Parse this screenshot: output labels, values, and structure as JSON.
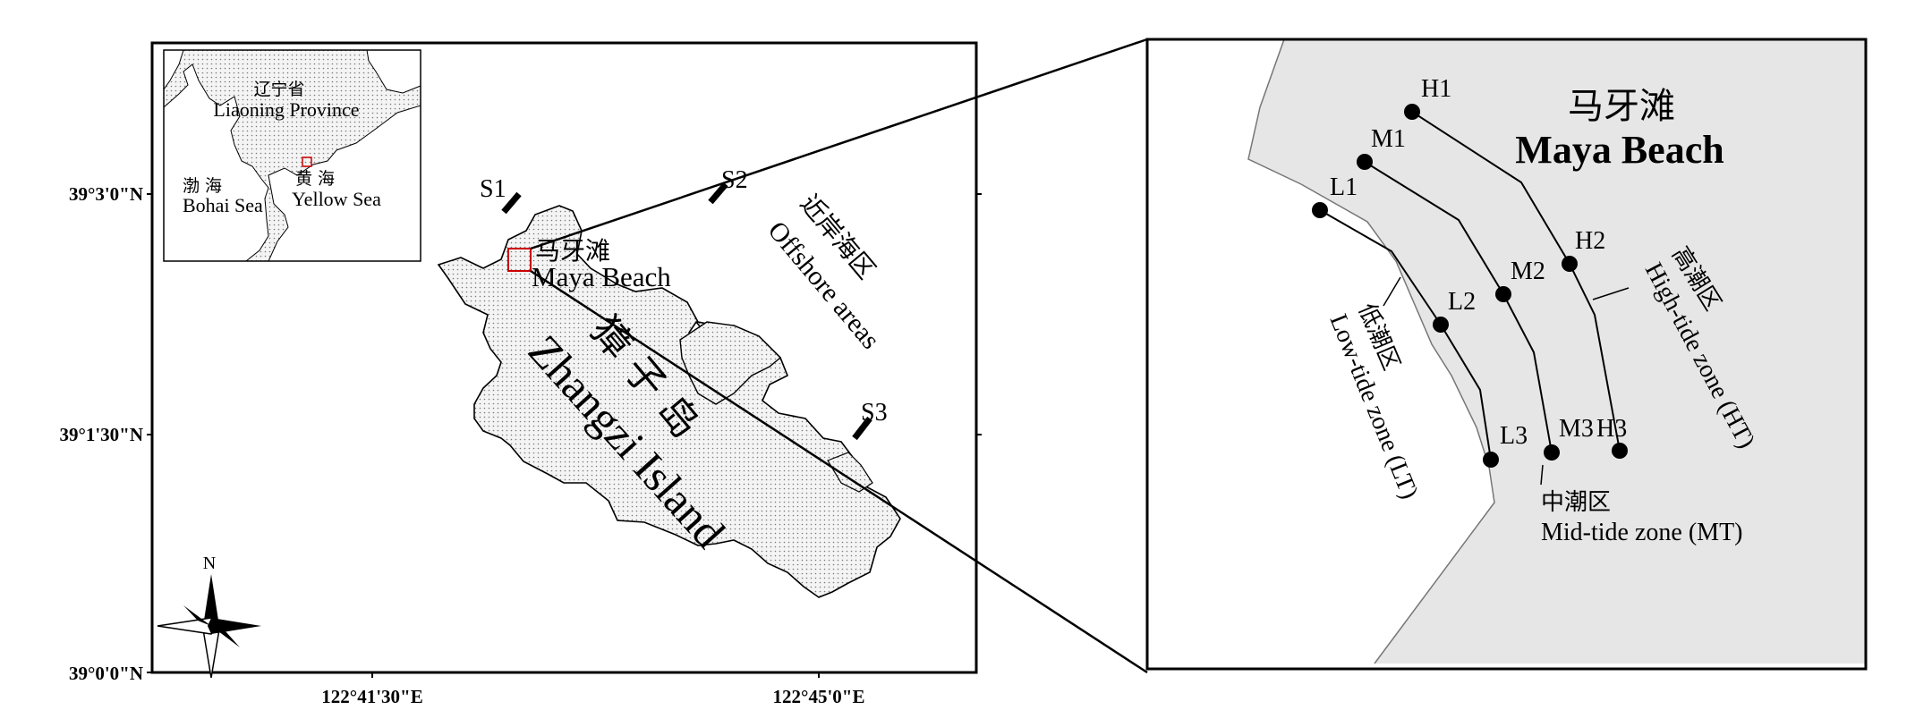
{
  "left_map": {
    "lat_ticks": [
      "39°3'0\"N",
      "39°1'30\"N",
      "39°0'0\"N"
    ],
    "lon_ticks": [
      "122°41'30\"E",
      "122°45'0\"E"
    ],
    "stations": [
      "S1",
      "S2",
      "S3"
    ],
    "beach_label_cn": "马牙滩",
    "beach_label_en": "Maya Beach",
    "offshore_label_cn": "近岸海区",
    "offshore_label_en": "Offshore areas",
    "island_label_cn": "獐 子 岛",
    "island_label_en": "Zhangzi Island",
    "north_label": "N"
  },
  "inset_map": {
    "province_cn": "辽宁省",
    "province_en": "Liaoning Province",
    "bohai_cn": "渤 海",
    "bohai_en": "Bohai Sea",
    "yellow_cn": "黄 海",
    "yellow_en": "Yellow Sea"
  },
  "detail_map": {
    "title_cn": "马牙滩",
    "title_en": "Maya Beach",
    "high_points": [
      "H1",
      "H2",
      "H3"
    ],
    "mid_points": [
      "M1",
      "M2",
      "M3"
    ],
    "low_points": [
      "L1",
      "L2",
      "L3"
    ],
    "high_zone_cn": "高潮区",
    "high_zone_en": "High-tide zone (HT)",
    "mid_zone_cn": "中潮区",
    "mid_zone_en": "Mid-tide zone (MT)",
    "low_zone_cn": "低潮区",
    "low_zone_en": "Low-tide zone (LT)"
  },
  "colors": {
    "land_fill": "#ececec",
    "detail_land_fill": "#e6e6e6",
    "frame": "#000000",
    "highlight_box": "#cc0000"
  }
}
